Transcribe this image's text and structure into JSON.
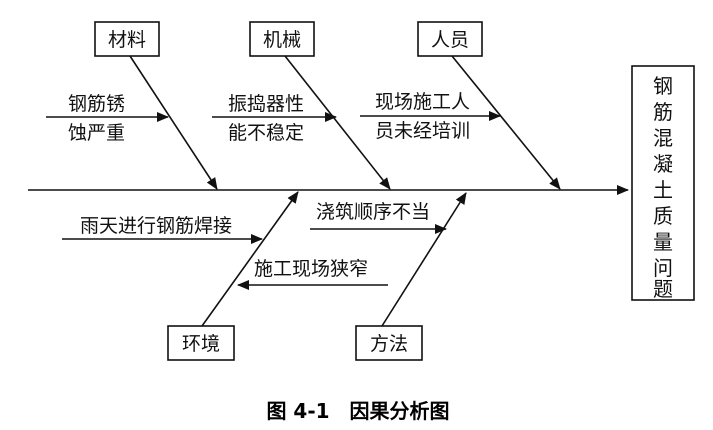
{
  "effect": {
    "chars": [
      "钢",
      "筋",
      "混",
      "凝",
      "土",
      "质",
      "量",
      "问",
      "题"
    ]
  },
  "categories": {
    "materials": "材料",
    "machines": "机械",
    "people": "人员",
    "environment": "环境",
    "methods": "方法"
  },
  "causes": {
    "materials": [
      "钢筋锈",
      "蚀严重"
    ],
    "machines": [
      "振捣器性",
      "能不稳定"
    ],
    "people": [
      "现场施工人",
      "员未经培训"
    ],
    "environment_1": "雨天进行钢筋焊接",
    "environment_2": "施工现场狭窄",
    "methods": "浇筑顺序不当"
  },
  "caption": "图 4-1　因果分析图"
}
